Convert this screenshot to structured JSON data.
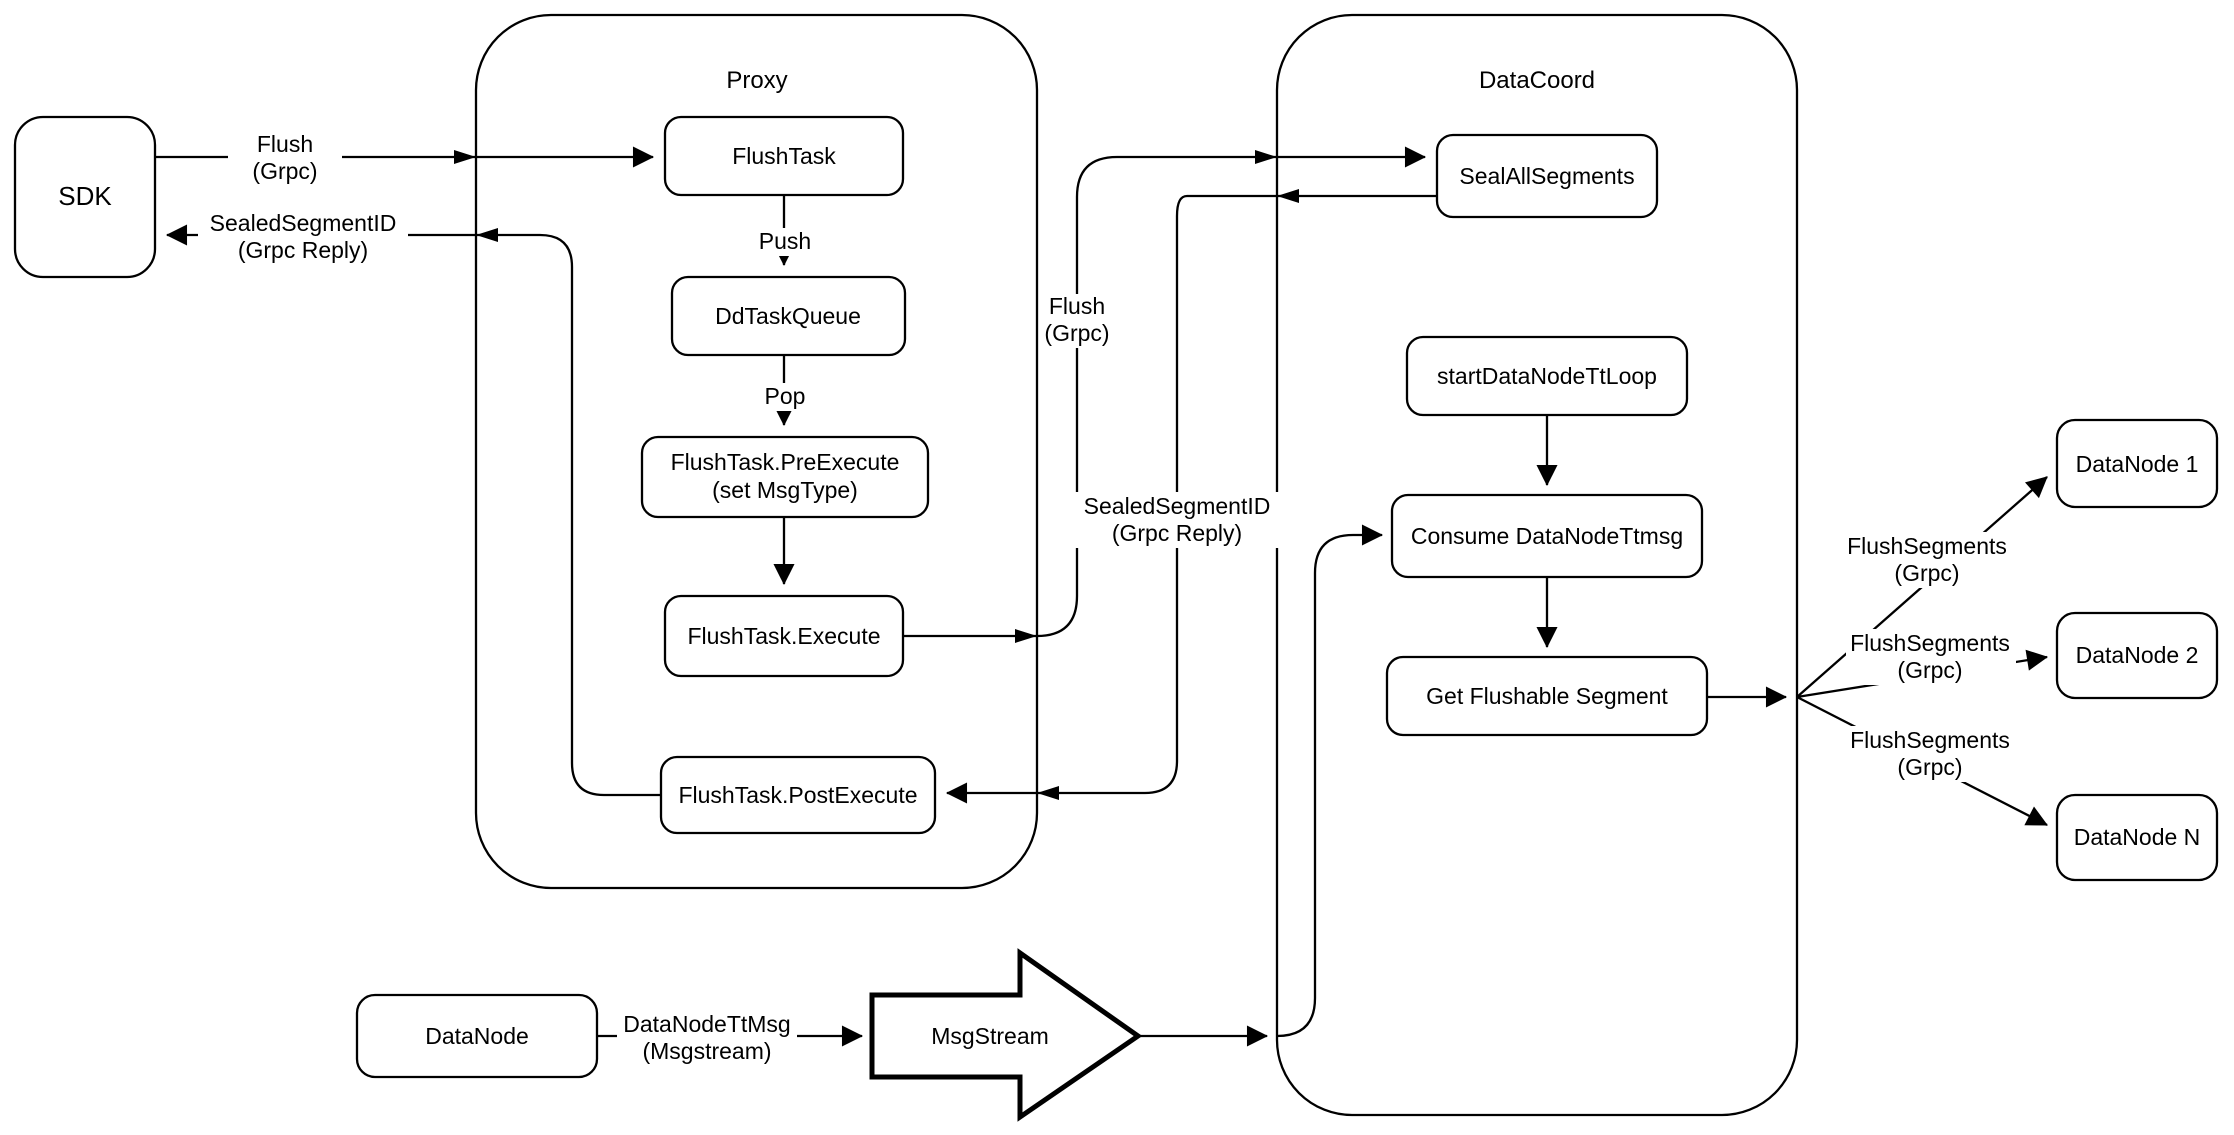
{
  "containers": {
    "proxy": "Proxy",
    "datacoord": "DataCoord"
  },
  "nodes": {
    "sdk": "SDK",
    "flushtask": "FlushTask",
    "ddtaskqueue": "DdTaskQueue",
    "preexecute_l1": "FlushTask.PreExecute",
    "preexecute_l2": "(set MsgType)",
    "execute": "FlushTask.Execute",
    "postexecute": "FlushTask.PostExecute",
    "sealallsegments": "SealAllSegments",
    "startdatanodettloop": "startDataNodeTtLoop",
    "consume": "Consume DataNodeTtmsg",
    "getflushable": "Get Flushable Segment",
    "datanode1": "DataNode 1",
    "datanode2": "DataNode 2",
    "datanoden": "DataNode N",
    "datanode_bottom": "DataNode",
    "msgstream": "MsgStream"
  },
  "edge_labels": {
    "flush": "Flush",
    "grpc": "(Grpc)",
    "sealedsegmentid": "SealedSegmentID",
    "grpc_reply": "(Grpc Reply)",
    "push": "Push",
    "pop": "Pop",
    "flushsegments": "FlushSegments",
    "datanodettmsg": "DataNodeTtMsg",
    "msgstream_paren": "(Msgstream)"
  },
  "colors": {
    "stroke": "#000000",
    "background": "#ffffff"
  }
}
